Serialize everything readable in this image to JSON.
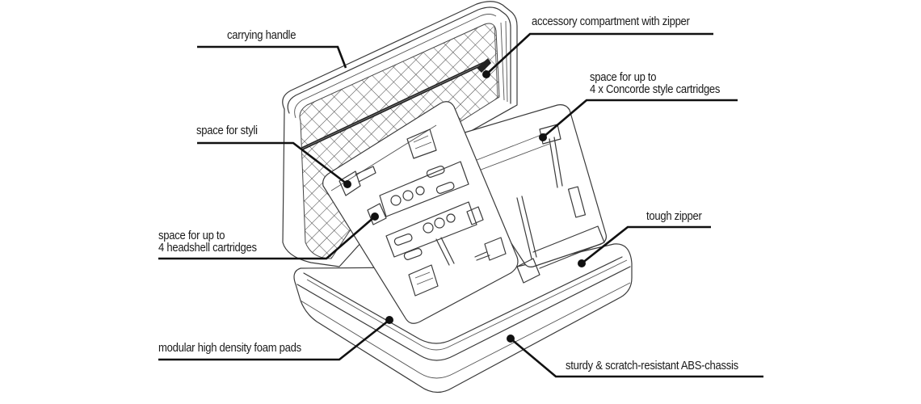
{
  "diagram": {
    "subject": "open turntable cartridge carrying case",
    "callouts": [
      {
        "id": "carrying-handle",
        "lines": [
          "carrying handle"
        ]
      },
      {
        "id": "accessory-compartment",
        "lines": [
          "accessory compartment with zipper"
        ]
      },
      {
        "id": "concorde-space",
        "lines": [
          "space for up to",
          "4 x Concorde style cartridges"
        ]
      },
      {
        "id": "styli-space",
        "lines": [
          "space for styli"
        ]
      },
      {
        "id": "headshell-space",
        "lines": [
          "space for up to",
          "4 headshell cartridges"
        ]
      },
      {
        "id": "tough-zipper",
        "lines": [
          "tough zipper"
        ]
      },
      {
        "id": "foam-pads",
        "lines": [
          "modular high density foam pads"
        ]
      },
      {
        "id": "abs-chassis",
        "lines": [
          "sturdy & scratch-resistant ABS-chassis"
        ]
      }
    ]
  }
}
